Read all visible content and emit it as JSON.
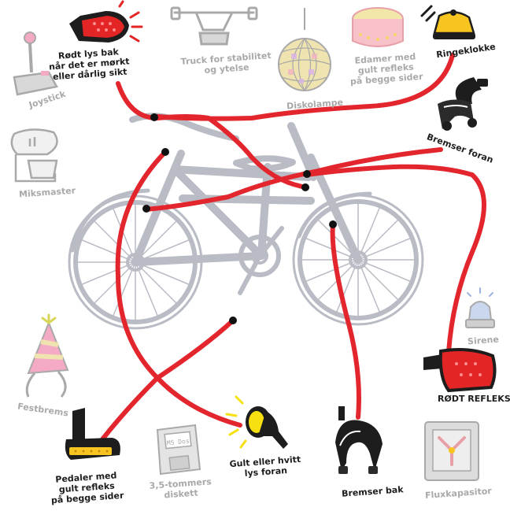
{
  "items": {
    "rod_bak": {
      "lines": [
        "Rødt lys bak",
        "når det er mørkt",
        "eller dårlig sikt"
      ]
    },
    "truck": {
      "lines": [
        "Truck for stabilitet",
        "og ytelse"
      ]
    },
    "diskolampe": {
      "lines": [
        "Diskolampe"
      ]
    },
    "edamer": {
      "lines": [
        "Edamer med",
        "gult refleks",
        "på begge sider"
      ]
    },
    "ringeklokke": {
      "lines": [
        "Ringeklokke"
      ]
    },
    "joystick": {
      "lines": [
        "Joystick"
      ]
    },
    "miksmaster": {
      "lines": [
        "Miksmaster"
      ]
    },
    "bremser_foran": {
      "lines": [
        "Bremser foran"
      ]
    },
    "sirene": {
      "lines": [
        "Sirene"
      ]
    },
    "rodt_refleks": {
      "lines": [
        "RØDT REFLEKS"
      ]
    },
    "festbrems": {
      "lines": [
        "Festbrems"
      ]
    },
    "pedaler": {
      "lines": [
        "Pedaler med",
        "gult refleks",
        "på begge sider"
      ]
    },
    "diskett": {
      "lines": [
        "3,5-tommers",
        "diskett"
      ],
      "disk_text": "MS Dos"
    },
    "gult_lys": {
      "lines": [
        "Gult eller hvitt",
        "lys foran"
      ]
    },
    "bremser_bak": {
      "lines": [
        "Bremser bak"
      ]
    },
    "fluxkapasitor": {
      "lines": [
        "Fluxkapasitor"
      ]
    }
  },
  "colors": {
    "line": "#e3262d",
    "bike": "#b9bcc4",
    "dark": "#1d1d1d",
    "muted": "#a9a9a9",
    "yellow": "#f6c520",
    "taillight": "#e32525",
    "pink": "#f4a9c4"
  }
}
